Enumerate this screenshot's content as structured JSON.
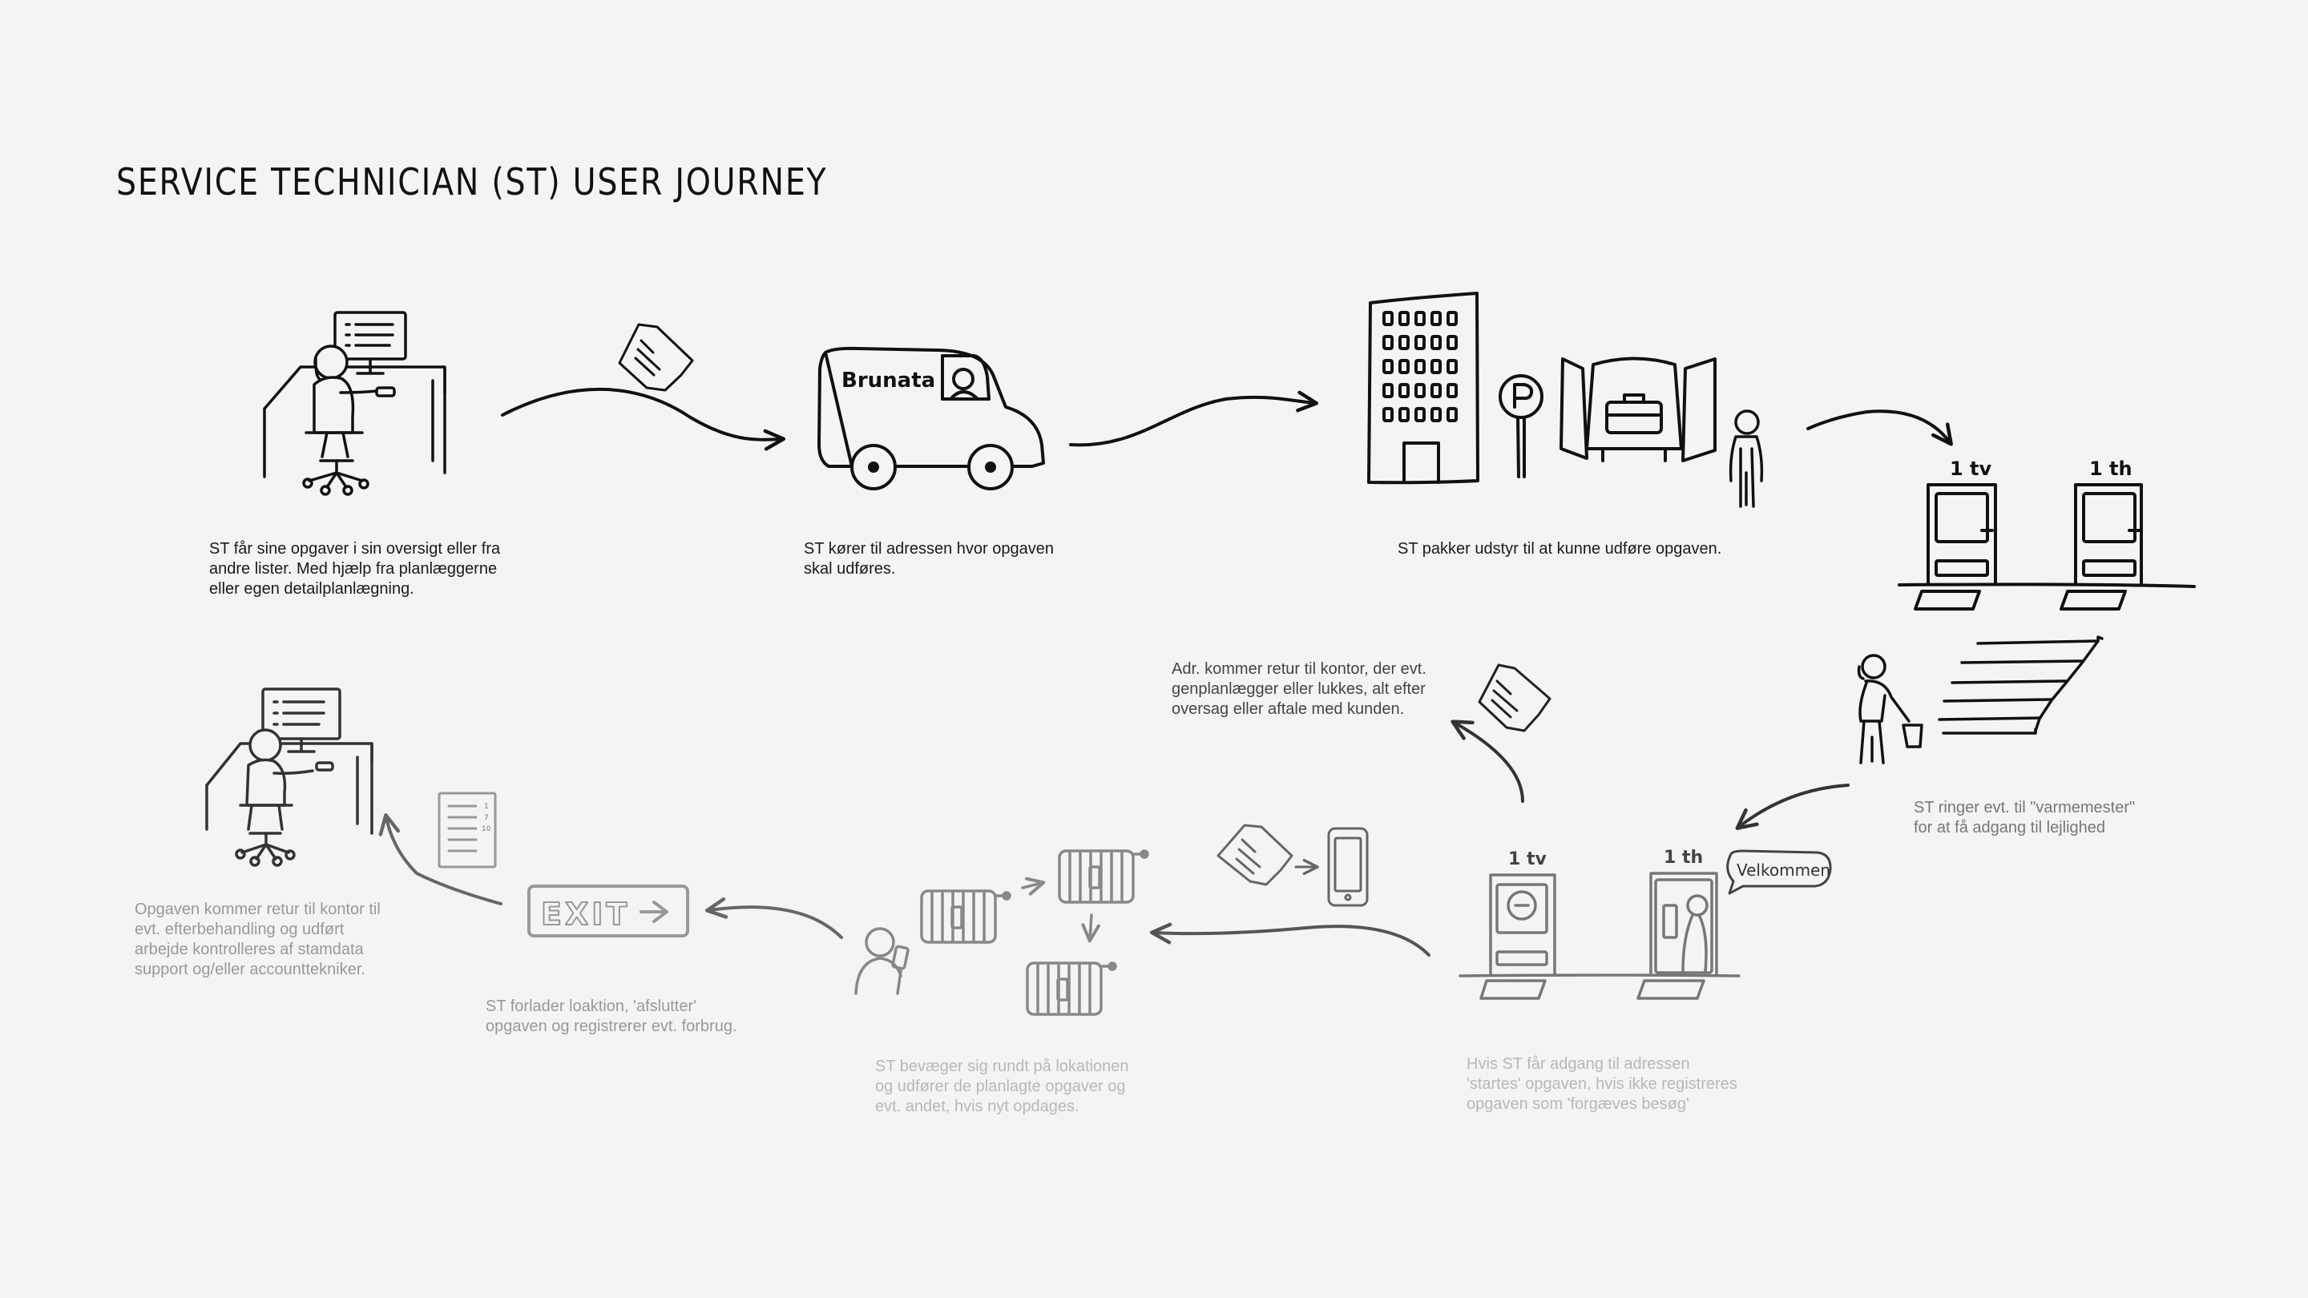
{
  "title": "SERVICE TECHNICIAN (ST) USER JOURNEY",
  "van_label": "Brunata",
  "door_labels": {
    "left": "1 tv",
    "right": "1 th"
  },
  "speech_bubble": "Velkommen",
  "exit_sign": "EXIT",
  "list_numbers": [
    "1",
    "7",
    "10"
  ],
  "steps": {
    "s1": [
      "ST får sine opgaver i sin oversigt eller fra",
      "andre lister. Med hjælp fra planlæggerne",
      "eller egen detailplanlægning."
    ],
    "s2": [
      "ST kører til adressen hvor opgaven",
      "skal udføres."
    ],
    "s3": [
      "ST pakker udstyr til at kunne udføre opgaven."
    ],
    "s4": [
      "ST ringer evt. til \"varmemester\"",
      "for at få adgang til lejlighed"
    ],
    "s5": [
      "Hvis ST får adgang til adressen",
      "'startes' opgaven, hvis ikke registreres",
      "opgaven som 'forgæves besøg'"
    ],
    "s5b": [
      "Adr. kommer retur til kontor, der evt.",
      "genplanlægger eller lukkes, alt efter",
      "oversag eller aftale med kunden."
    ],
    "s6": [
      "ST bevæger sig rundt på lokationen",
      "og udfører de planlagte opgaver og",
      "evt. andet, hvis nyt opdages."
    ],
    "s7": [
      "ST forlader loaktion, 'afslutter'",
      "opgaven og registrerer evt. forbrug."
    ],
    "s8": [
      "Opgaven kommer retur til kontor til",
      "evt. efterbehandling og udført",
      "arbejde kontrolleres af stamdata",
      "support og/eller accounttekniker."
    ]
  }
}
